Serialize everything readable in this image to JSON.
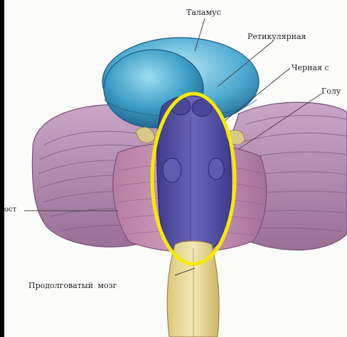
{
  "labels": {
    "thalamus": "Таламус",
    "reticular": "Ретикулярная",
    "black": "Черная с",
    "golu": "Голу",
    "most": "ост",
    "medulla": "Продолговатый мозг"
  },
  "colors": {
    "background": "#000000",
    "sheet": "#fbfbfa",
    "thalamus_blue": "#3fa0c8",
    "brainstem_purple": "#5a56a8",
    "cerebellum_pink": "#b98aa8",
    "medulla_yellow": "#e9dc9a",
    "highlight_ellipse": "#f4ea00"
  }
}
